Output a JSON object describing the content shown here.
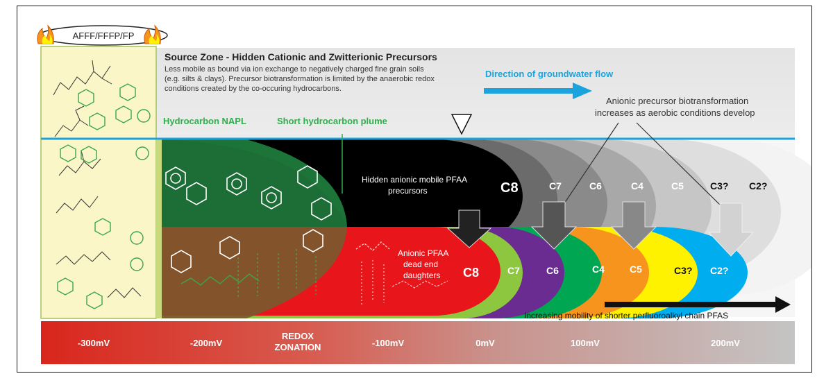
{
  "source_label": "AFFF/FFFP/FP",
  "source_zone": {
    "title": "Source Zone - Hidden Cationic and Zwitterionic Precursors",
    "line1": "Less mobile as bound via ion  exchange to negatively charged fine grain soils",
    "line2": "(e.g. silts & clays). Precursor biotransformation is limited by the anaerobic redox",
    "line3": "conditions  created by the co-occuring hydrocarbons."
  },
  "groundwater_flow": "Direction of groundwater flow",
  "anionic_note": {
    "line1": "Anionic precursor biotransformation",
    "line2": "increases as aerobic conditions develop"
  },
  "hydrocarbon_napl": "Hydrocarbon NAPL",
  "short_plume": "Short hydrocarbon plume",
  "hidden_precursors": {
    "line1": "Hidden anionic mobile PFAA",
    "line2": "precursors"
  },
  "precursor_chains": [
    "C8",
    "C7",
    "C6",
    "C4",
    "C5",
    "C3?",
    "C2?"
  ],
  "dead_end": {
    "line1": "Anionic PFAA",
    "line2": "dead  end",
    "line3": "daughters"
  },
  "daughter_chains": [
    "C8",
    "C7",
    "C6",
    "C4",
    "C5",
    "C3?",
    "C2?"
  ],
  "mobility_label": "Increasing mobility of shorter perfluoroalkyl chain PFAS",
  "redox": {
    "v1": "-300mV",
    "v2": "-200mV",
    "label1": "REDOX",
    "label2": "ZONATION",
    "v3": "-100mV",
    "v4": "0mV",
    "v5": "100mV",
    "v6": "200mV"
  },
  "colors": {
    "groundwater_blue": "#1aa3dc",
    "napl_green": "#1e7a3c",
    "red_plume": "#e8161b",
    "light_green_plume": "#8dc63f",
    "purple_plume": "#6a2c91",
    "green_plume": "#00a651",
    "orange_plume": "#f7941d",
    "yellow_plume": "#fff200",
    "cyan_plume": "#00aeef"
  }
}
